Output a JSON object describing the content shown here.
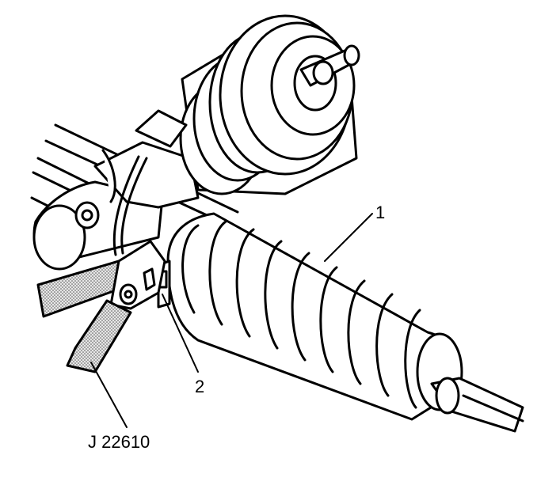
{
  "callouts": {
    "boot": "1",
    "clamp": "2",
    "tool": "J 22610"
  },
  "colors": {
    "ink": "#000000",
    "paper": "#ffffff",
    "tool_fill": "#cfcfcf"
  }
}
